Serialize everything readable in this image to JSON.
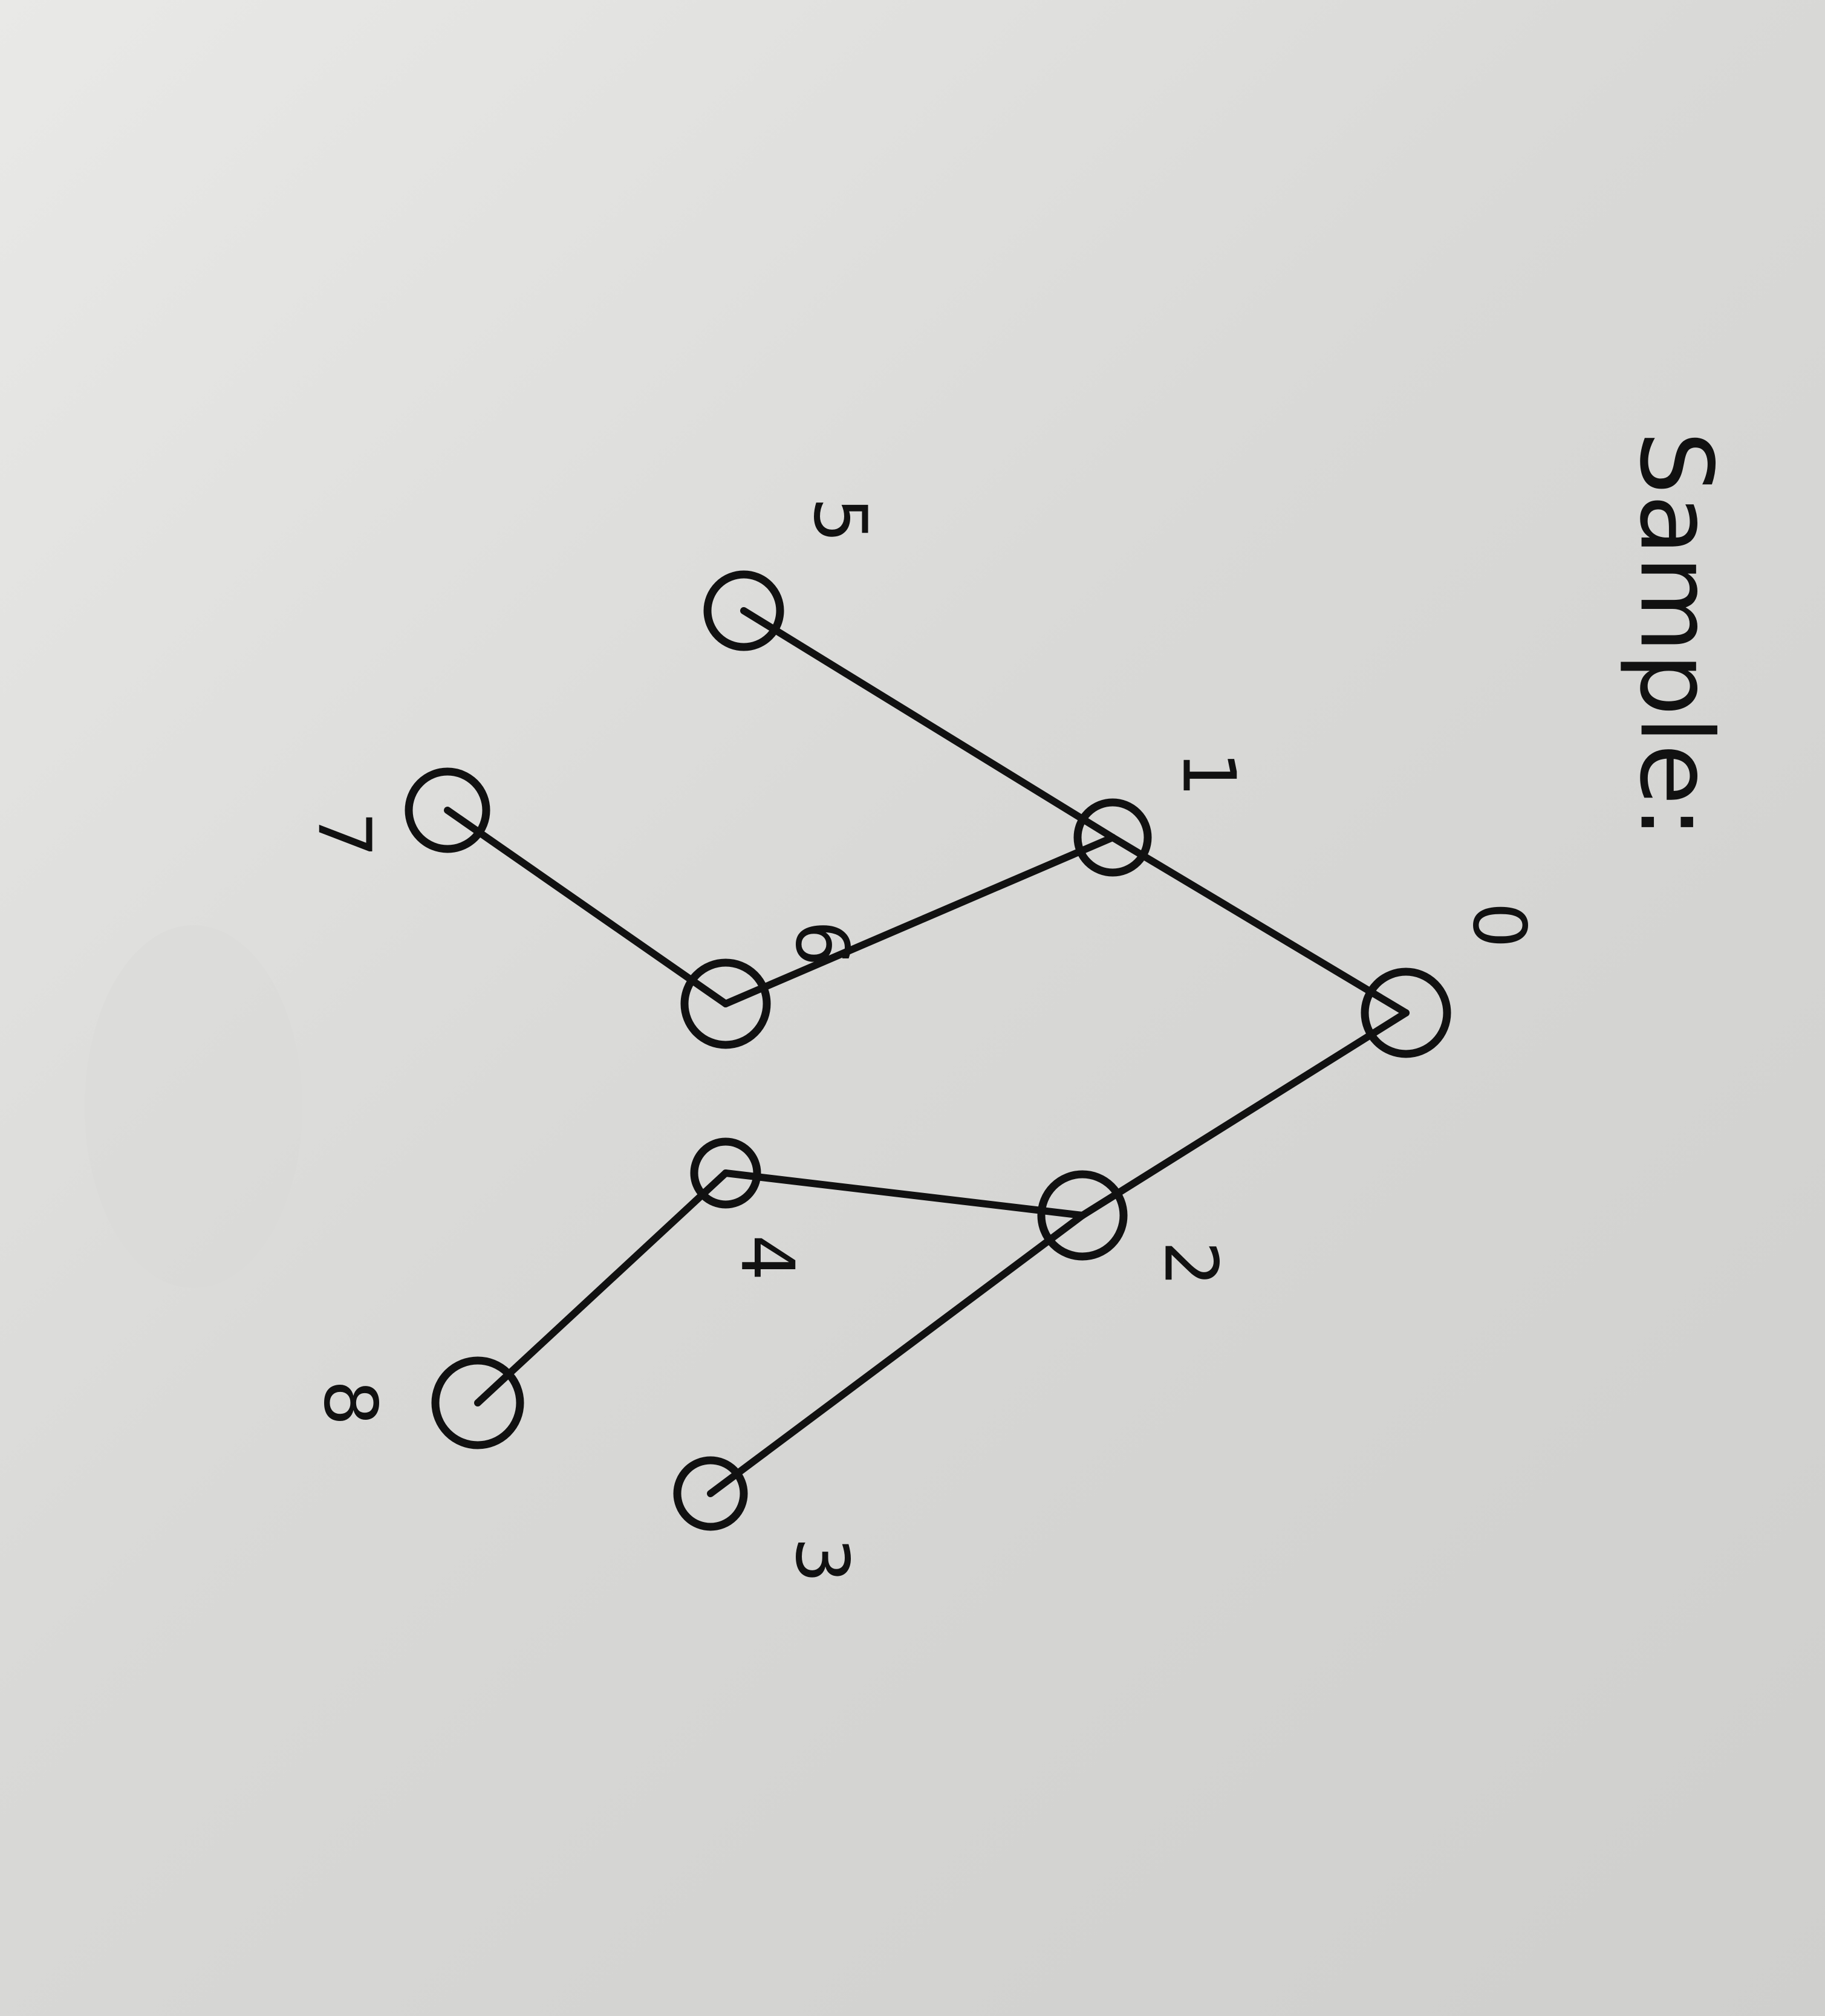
{
  "title": "Sample:",
  "nodes": [
    {
      "id": "0",
      "label": "0"
    },
    {
      "id": "1",
      "label": "1"
    },
    {
      "id": "2",
      "label": "2"
    },
    {
      "id": "3",
      "label": "3"
    },
    {
      "id": "4",
      "label": "4"
    },
    {
      "id": "5",
      "label": "5"
    },
    {
      "id": "6",
      "label": "6"
    },
    {
      "id": "7",
      "label": "7"
    },
    {
      "id": "8",
      "label": "8"
    }
  ],
  "edges": [
    {
      "from": "0",
      "to": "1"
    },
    {
      "from": "0",
      "to": "2"
    },
    {
      "from": "1",
      "to": "5"
    },
    {
      "from": "1",
      "to": "6"
    },
    {
      "from": "2",
      "to": "4"
    },
    {
      "from": "2",
      "to": "3"
    },
    {
      "from": "6",
      "to": "7"
    },
    {
      "from": "4",
      "to": "8"
    }
  ]
}
